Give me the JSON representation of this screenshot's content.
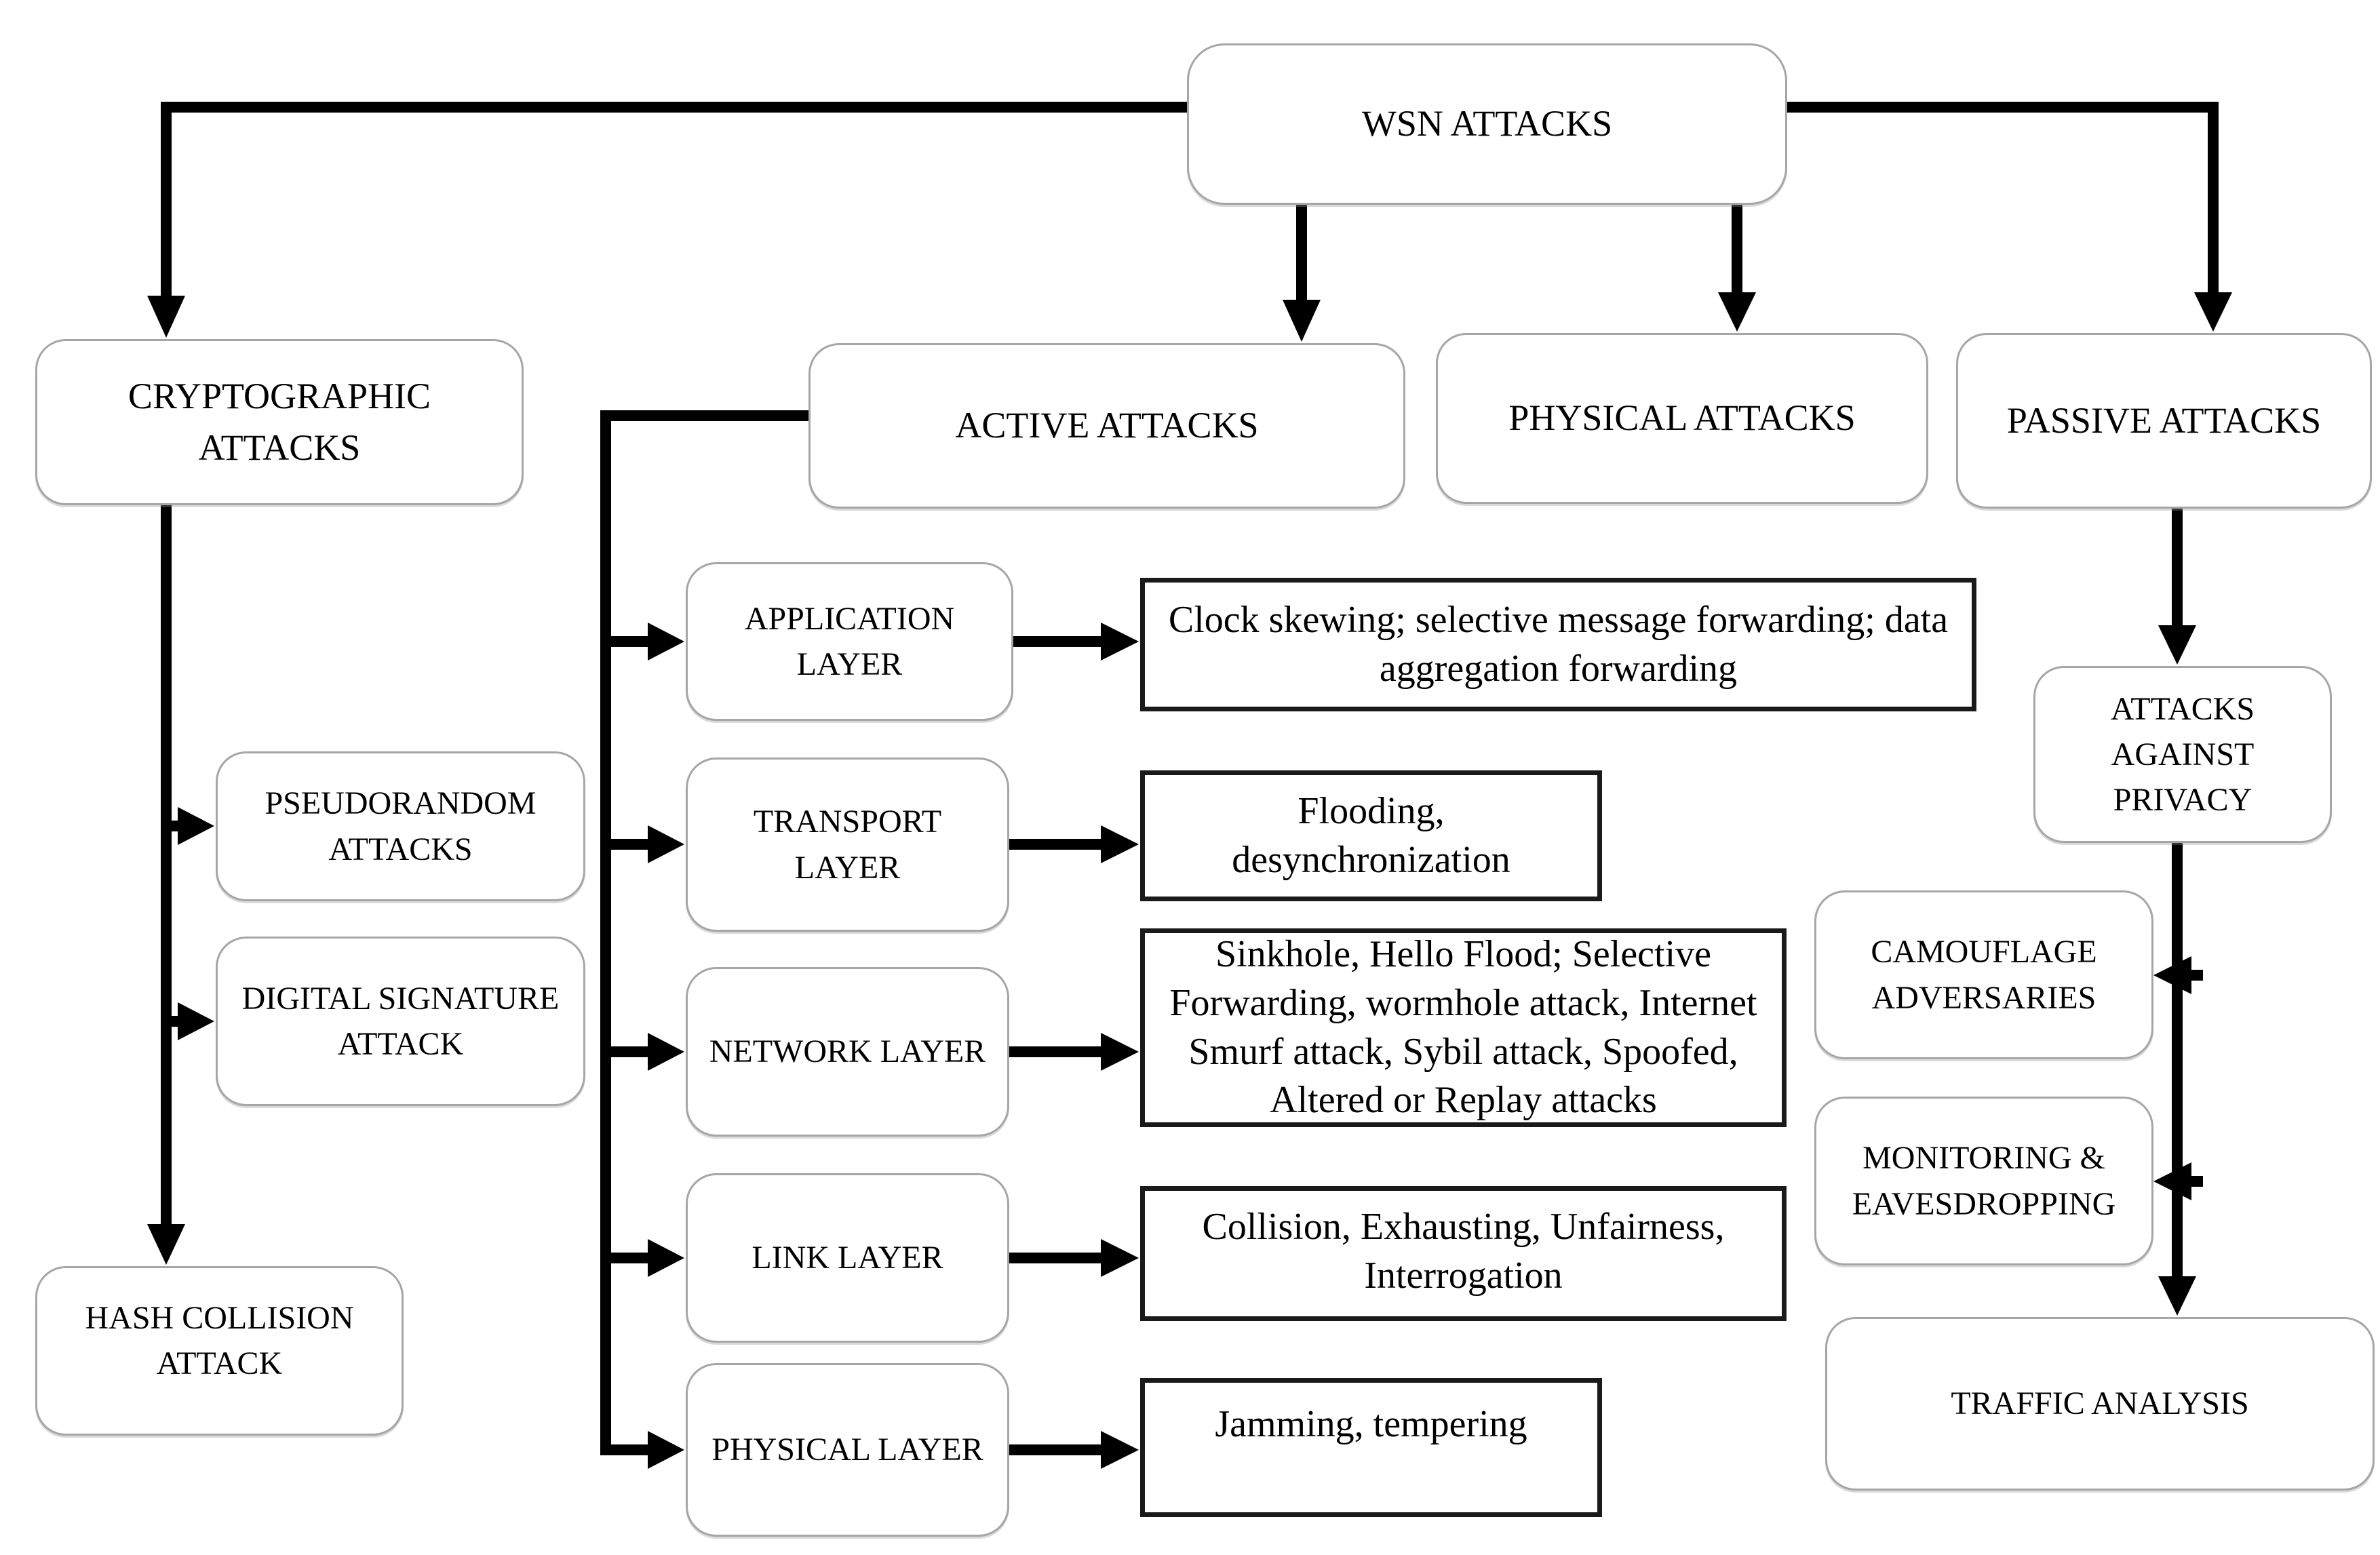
{
  "title": "WSN ATTACKS",
  "nodes": {
    "wsn": "WSN ATTACKS",
    "cryptographic": "CRYPTOGRAPHIC ATTACKS",
    "active": "ACTIVE ATTACKS",
    "physical": "PHYSICAL ATTACKS",
    "passive": "PASSIVE ATTACKS",
    "pseudorandom": "PSEUDORANDOM ATTACKS",
    "digital_signature": "DIGITAL SIGNATURE ATTACK",
    "hash_collision": "HASH COLLISION ATTACK",
    "application_layer": "APPLICATION LAYER",
    "transport_layer": "TRANSPORT LAYER",
    "network_layer": "NETWORK LAYER",
    "link_layer": "LINK LAYER",
    "physical_layer": "PHYSICAL LAYER",
    "attacks_against_privacy": "ATTACKS AGAINST PRIVACY",
    "camouflage_adversaries": "CAMOUFLAGE ADVERSARIES",
    "monitoring_eavesdropping": "MONITORING & EAVESDROPPING",
    "traffic_analysis": "TRAFFIC ANALYSIS"
  },
  "attack_lists": {
    "application": "Clock skewing; selective message forwarding; data aggregation forwarding",
    "transport": "Flooding, desynchronization",
    "network": "Sinkhole, Hello Flood; Selective Forwarding, wormhole attack, Internet Smurf attack, Sybil attack, Spoofed, Altered or Replay attacks",
    "link": "Collision, Exhausting, Unfairness, Interrogation",
    "physical": "Jamming, tempering"
  },
  "colors": {
    "connector": "#000000",
    "node_border": "#a6a6a6",
    "desc_border": "#1a1a1a",
    "background": "#ffffff",
    "text": "#000000"
  }
}
